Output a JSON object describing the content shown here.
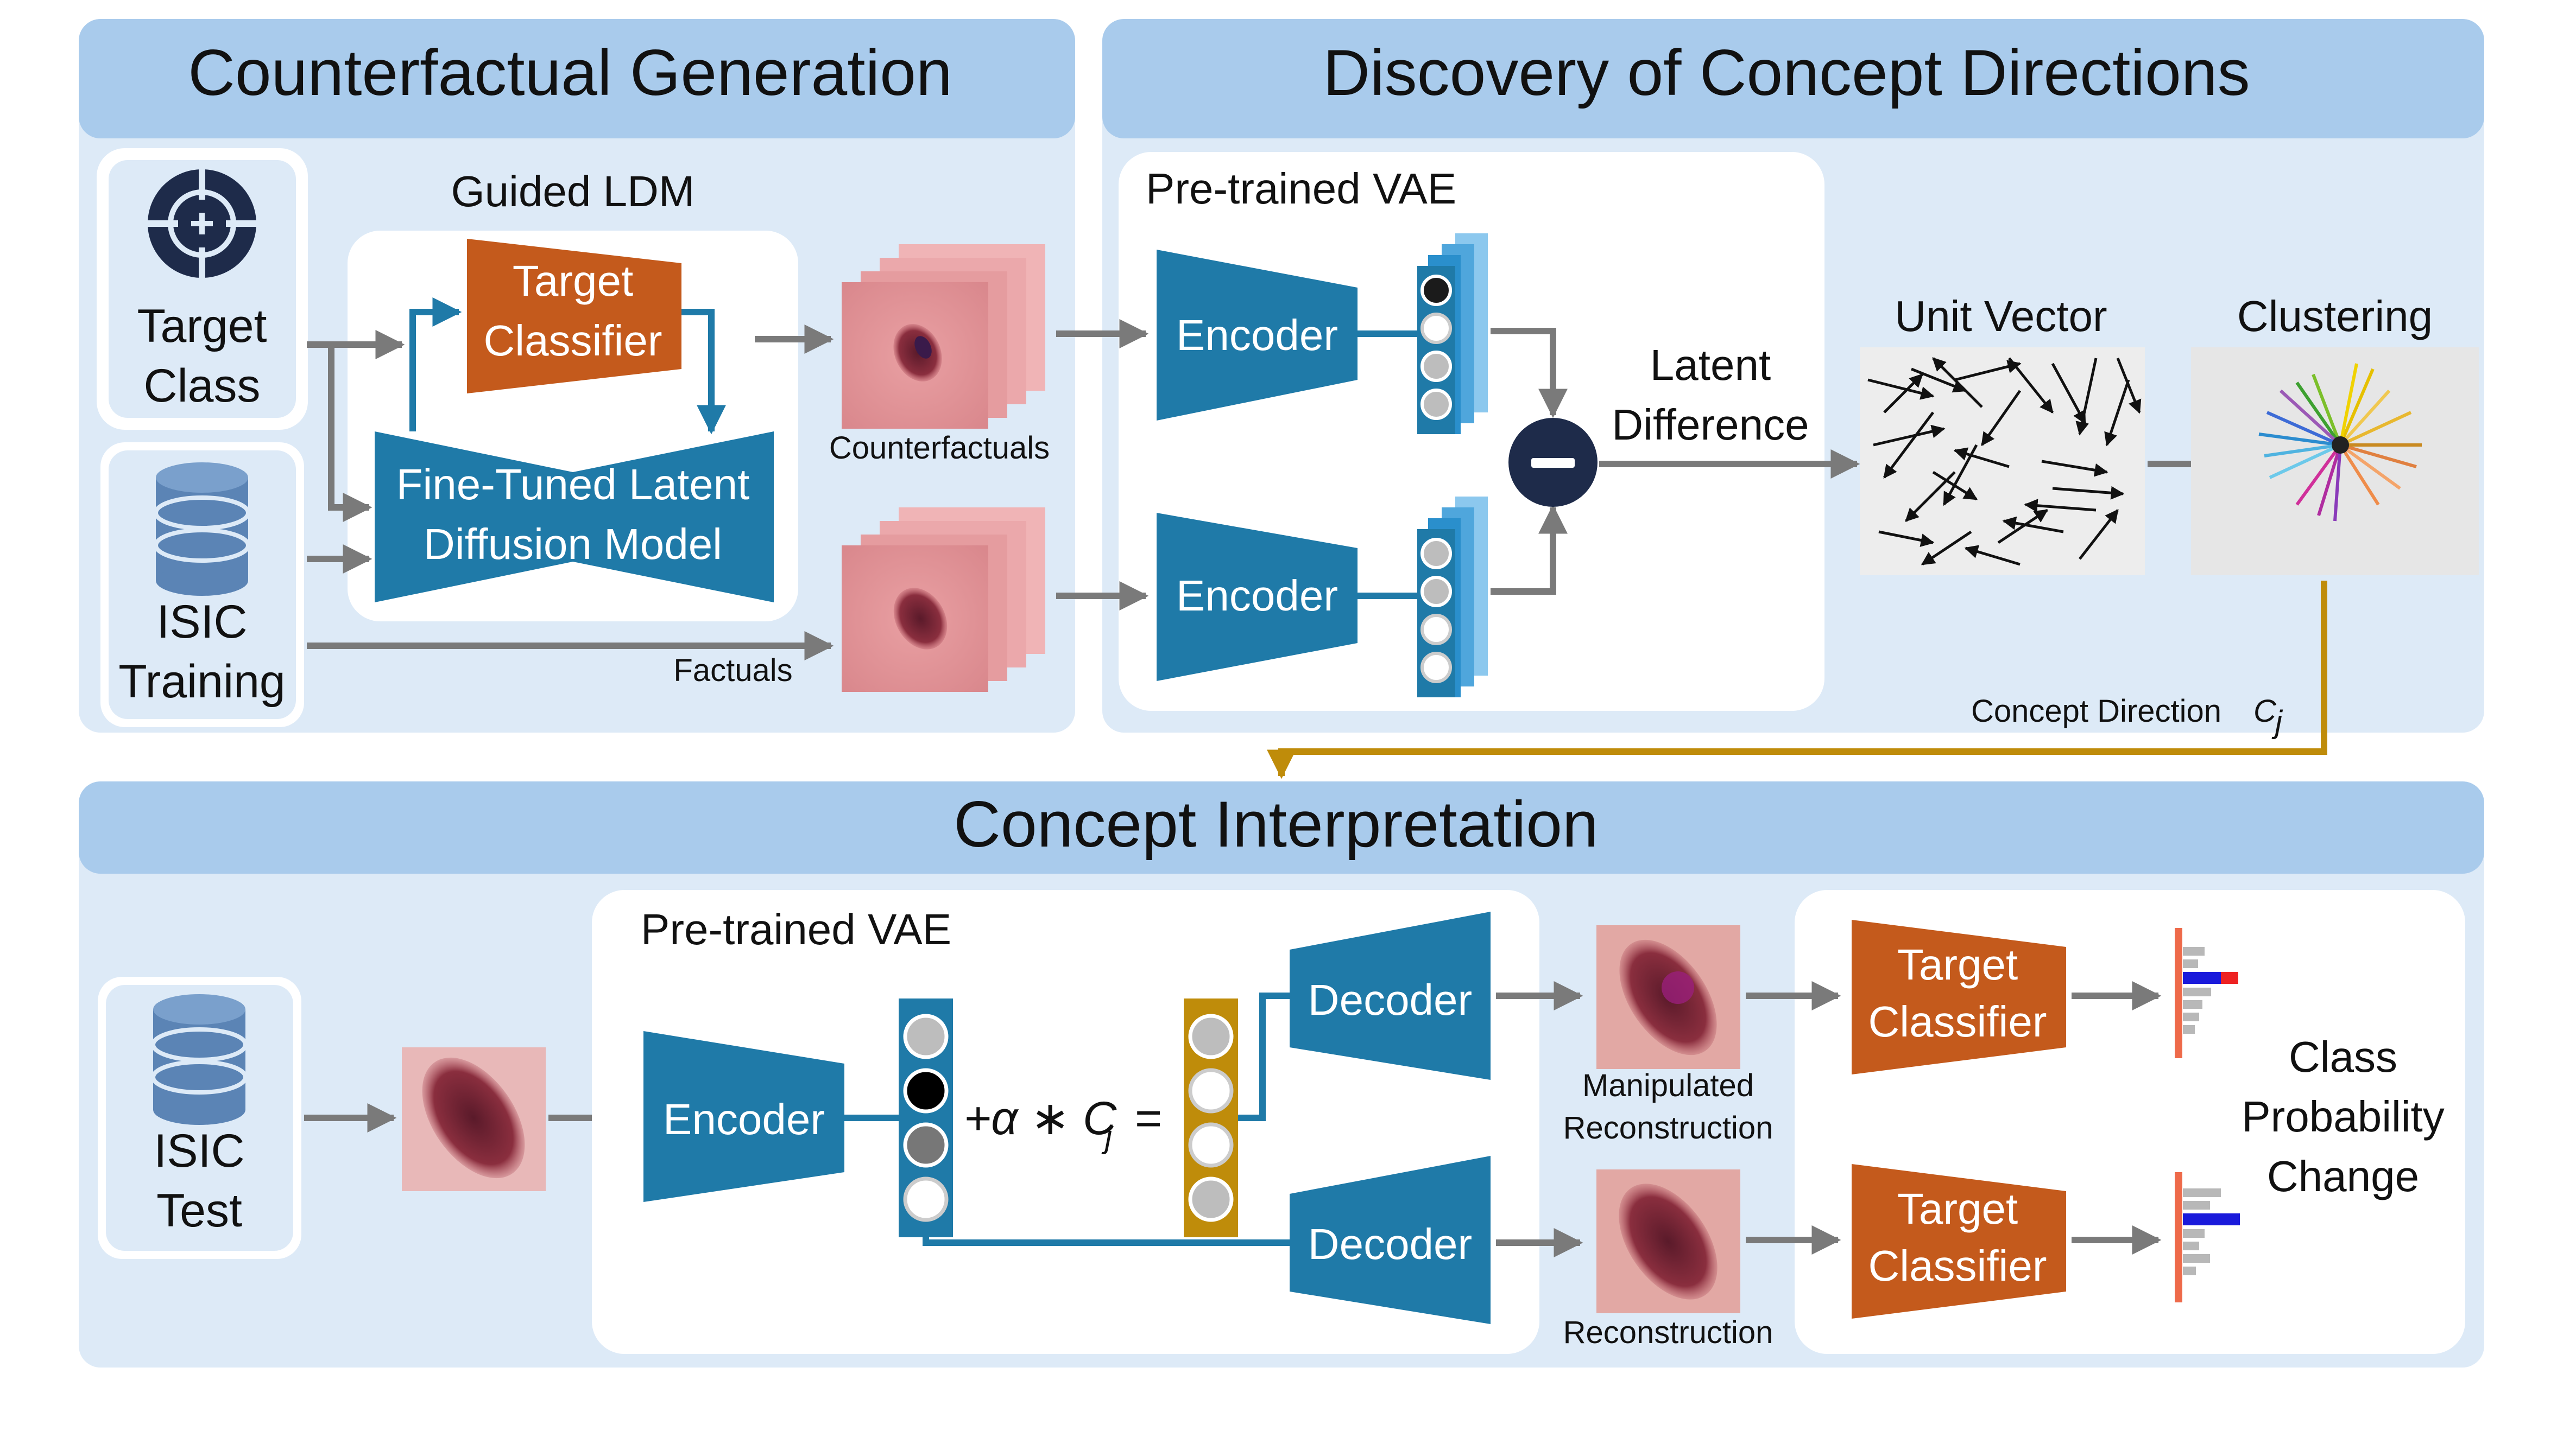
{
  "sections": {
    "counterfactual_generation": "Counterfactual Generation",
    "concept_directions": "Discovery of Concept Directions",
    "concept_interpretation": "Concept Interpretation"
  },
  "generation": {
    "guided_ldm": "Guided LDM",
    "target_class": [
      "Target",
      "Class"
    ],
    "isic_training": [
      "ISIC",
      "Training"
    ],
    "target_classifier": [
      "Target",
      "Classifier"
    ],
    "ldm": [
      "Fine-Tuned Latent",
      "Diffusion Model"
    ],
    "counterfactuals": "Counterfactuals",
    "factuals": "Factuals"
  },
  "discovery": {
    "pretrained_vae": "Pre-trained VAE",
    "encoder": "Encoder",
    "latent_difference": [
      "Latent",
      "Difference"
    ],
    "unit_vector": "Unit Vector",
    "clustering": "Clustering",
    "concept_direction": "Concept Direction",
    "concept_direction_symbol": "C",
    "concept_direction_sub": "j"
  },
  "interpretation": {
    "isic_test": [
      "ISIC",
      "Test"
    ],
    "pretrained_vae": "Pre-trained VAE",
    "encoder": "Encoder",
    "decoder": "Decoder",
    "formula": "+α ∗ C",
    "formula_sub": "j",
    "formula_eq": "=",
    "manipulated_reconstruction": [
      "Manipulated",
      "Reconstruction"
    ],
    "reconstruction": "Reconstruction",
    "target_classifier": [
      "Target",
      "Classifier"
    ],
    "class_probability_change": [
      "Class",
      "Probability",
      "Change"
    ]
  },
  "colors": {
    "header": "#a9cbec",
    "panel": "#ddeaf7",
    "module_blue": "#1f7aa8",
    "classifier_orange": "#c45a1c",
    "concept_gold": "#bf8c0a",
    "arrow_gray": "#7a7a7a",
    "navy_icon": "#1e2b4a",
    "db_blue": "#5b84b5"
  }
}
